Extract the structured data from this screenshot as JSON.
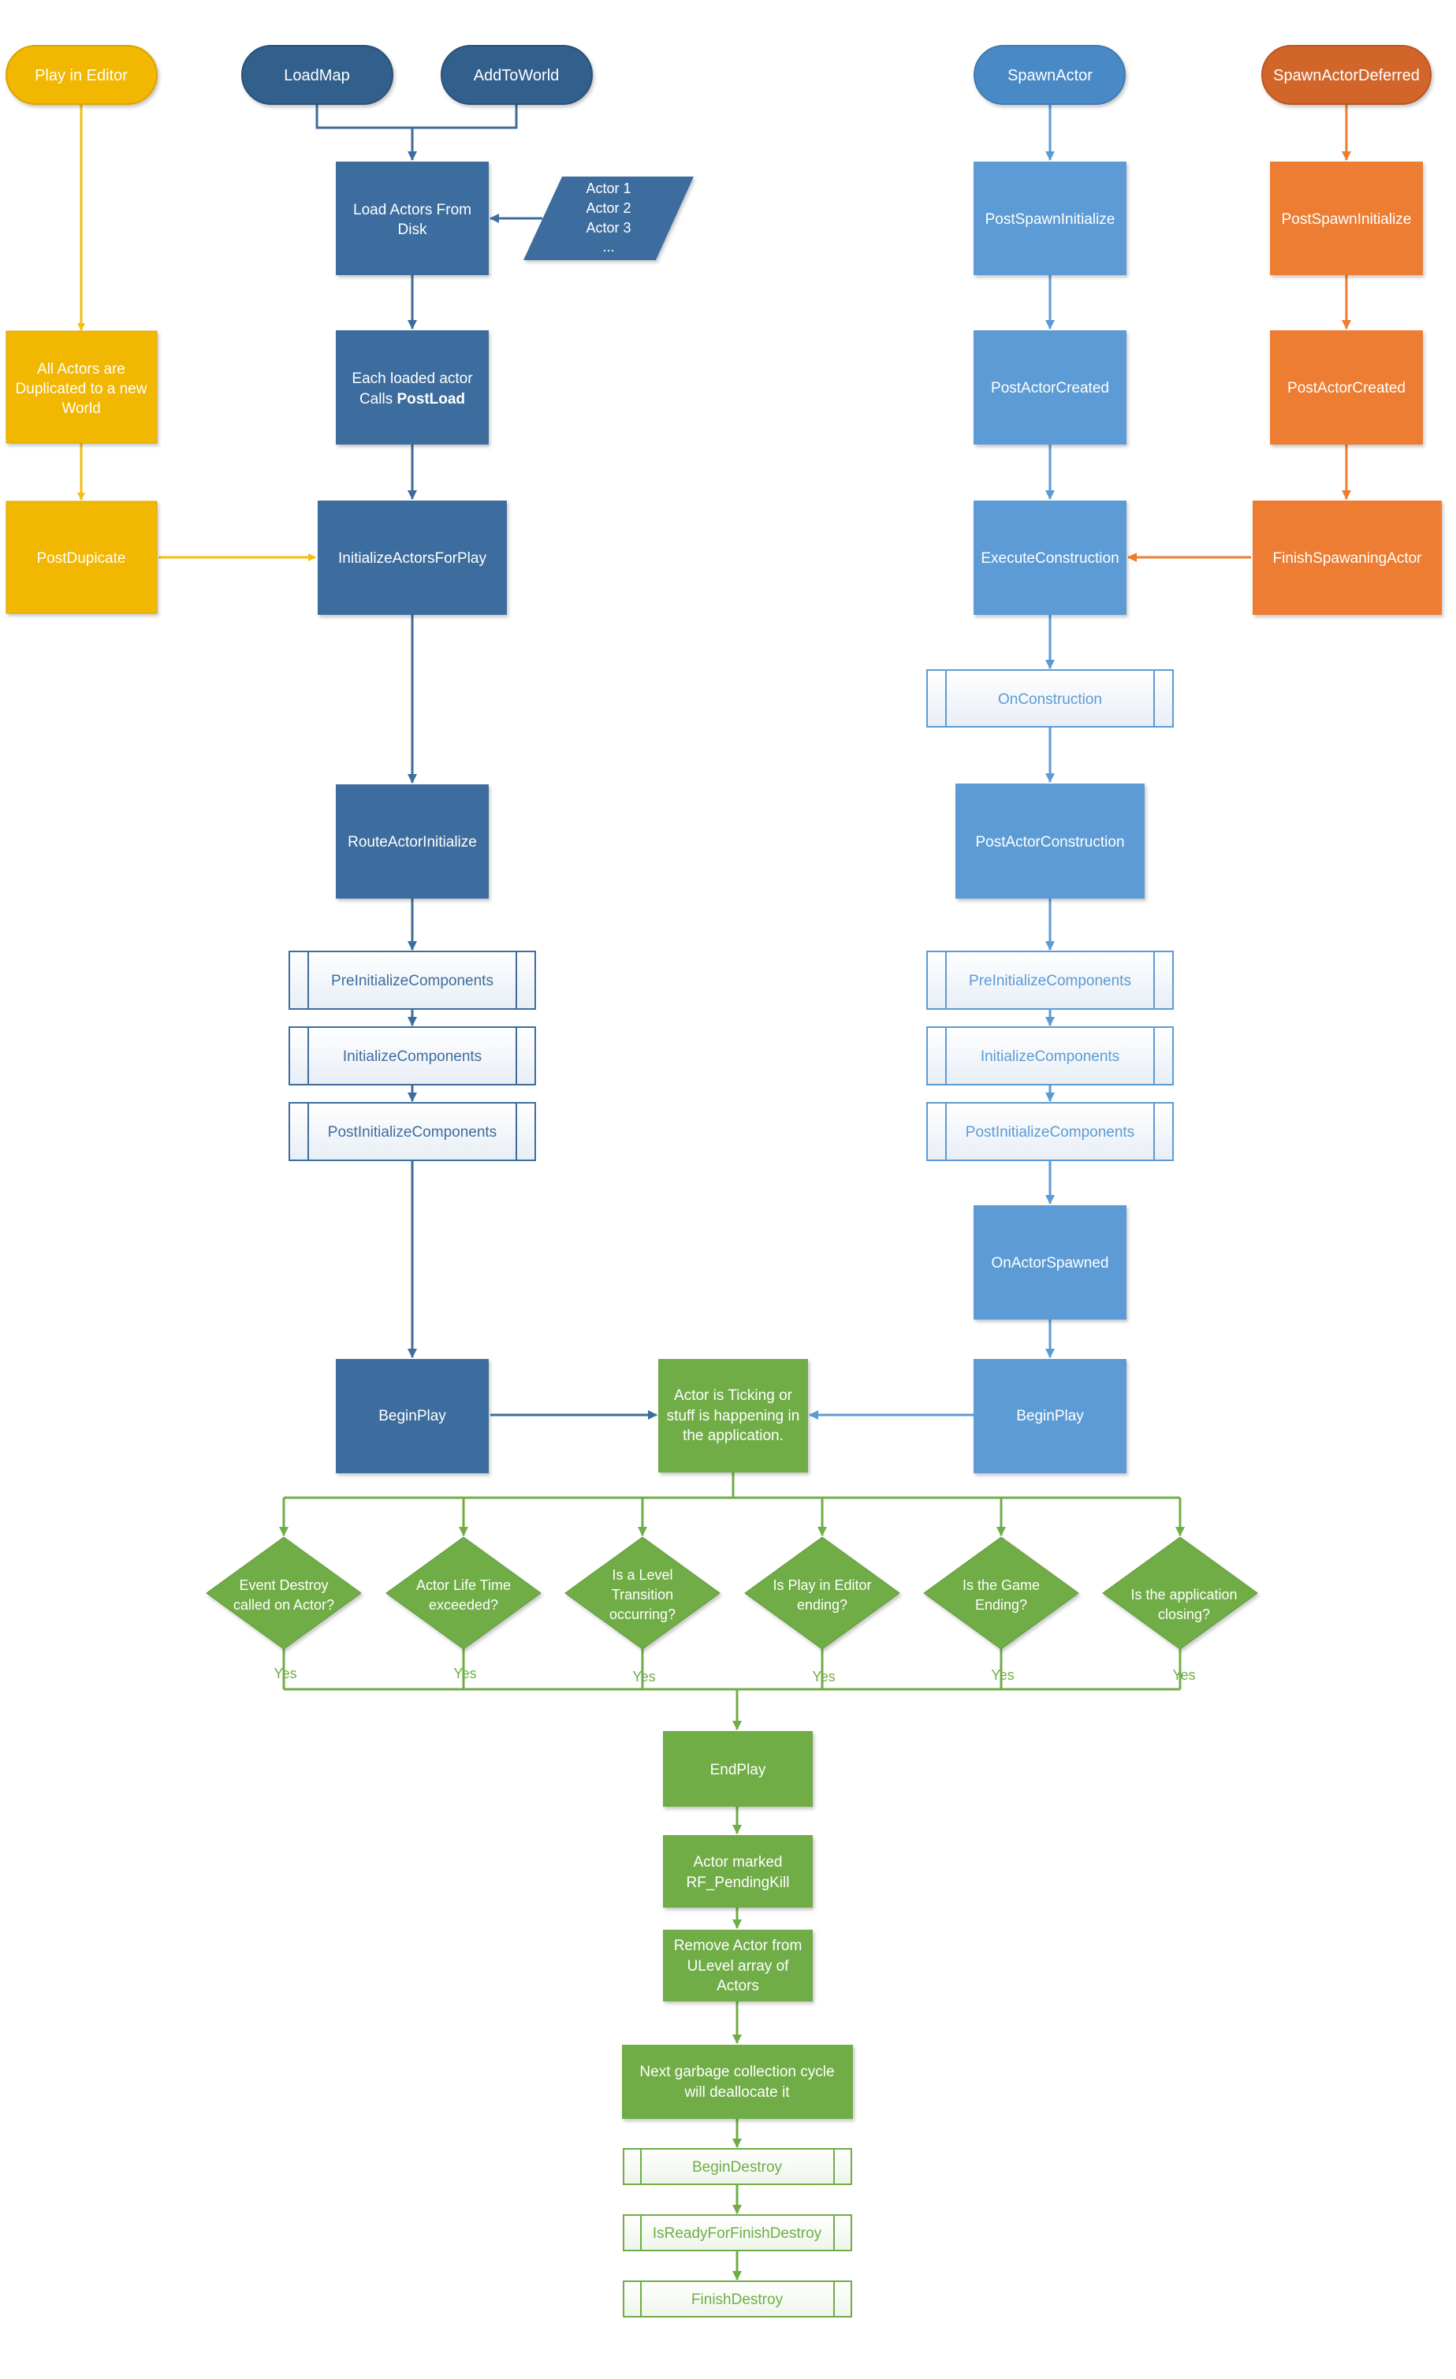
{
  "colors": {
    "editor_fill": "#f2b705",
    "editor_text": "#ffffff",
    "editor_line": "#f5bd0c",
    "load_fill": "#3d6d9e",
    "load_terminal": "#33608d",
    "load_line": "#3d6d9e",
    "spawn_fill": "#5b9bd5",
    "spawn_line": "#5b9bd5",
    "deferred_fill": "#ed7d31",
    "deferred_terminal": "#d2652a",
    "deferred_line": "#ed7d31",
    "end_fill": "#70ad47",
    "end_line": "#70ad47",
    "white_text": "#ffffff"
  },
  "editor": {
    "start": "Play in Editor",
    "duplicated": [
      "All Actors are",
      "Duplicated to a new",
      "World"
    ],
    "post_duplicate": "PostDupicate"
  },
  "load": {
    "load_map": "LoadMap",
    "add_to_world": "AddToWorld",
    "load_actors": [
      "Load Actors From",
      "Disk"
    ],
    "actor_list": [
      "Actor 1",
      "Actor 2",
      "Actor 3",
      "..."
    ],
    "post_load_prefix": "Each loaded actor",
    "post_load_calls": "Calls ",
    "post_load_bold": "PostLoad",
    "initialize_actors_for_play": "InitializeActorsForPlay",
    "route_actor_initialize": "RouteActorInitialize",
    "pre_initialize_components": "PreInitializeComponents",
    "initialize_components": "InitializeComponents",
    "post_initialize_components": "PostInitializeComponents",
    "begin_play": "BeginPlay"
  },
  "spawn": {
    "spawn_actor": "SpawnActor",
    "post_spawn_initialize": "PostSpawnInitialize",
    "post_actor_created": "PostActorCreated",
    "execute_construction": "ExecuteConstruction",
    "on_construction": "OnConstruction",
    "post_actor_construction": "PostActorConstruction",
    "pre_initialize_components": "PreInitializeComponents",
    "initialize_components": "InitializeComponents",
    "post_initialize_components": "PostInitializeComponents",
    "on_actor_spawned": "OnActorSpawned",
    "begin_play": "BeginPlay"
  },
  "deferred": {
    "spawn_actor_deferred": "SpawnActorDeferred",
    "post_spawn_initialize": "PostSpawnInitialize",
    "post_actor_created": "PostActorCreated",
    "finish_spawning_actor": "FinishSpawaningActor"
  },
  "lifetime": {
    "ticking": [
      "Actor is Ticking or",
      "stuff is happening in",
      "the application."
    ],
    "decisions": [
      {
        "lines": [
          "Event Destroy",
          "called on Actor?"
        ],
        "answer": "Yes"
      },
      {
        "lines": [
          "Actor Life Time",
          "exceeded?"
        ],
        "answer": "Yes"
      },
      {
        "lines": [
          "Is a Level",
          "Transition",
          "occurring?"
        ],
        "answer": "Yes"
      },
      {
        "lines": [
          "Is Play in Editor",
          "ending?"
        ],
        "answer": "Yes"
      },
      {
        "lines": [
          "Is the Game",
          "Ending?"
        ],
        "answer": "Yes"
      },
      {
        "lines": [
          "Is the application",
          "closing?"
        ],
        "answer": "Yes"
      }
    ],
    "end_play": "EndPlay",
    "pending_kill": [
      "Actor marked",
      "RF_PendingKill"
    ],
    "remove_actor": [
      "Remove Actor from",
      "ULevel array of",
      "Actors"
    ],
    "garbage_collection": [
      "Next garbage collection cycle",
      "will deallocate it"
    ],
    "begin_destroy": "BeginDestroy",
    "is_ready_for_finish_destroy": "IsReadyForFinishDestroy",
    "finish_destroy": "FinishDestroy"
  }
}
